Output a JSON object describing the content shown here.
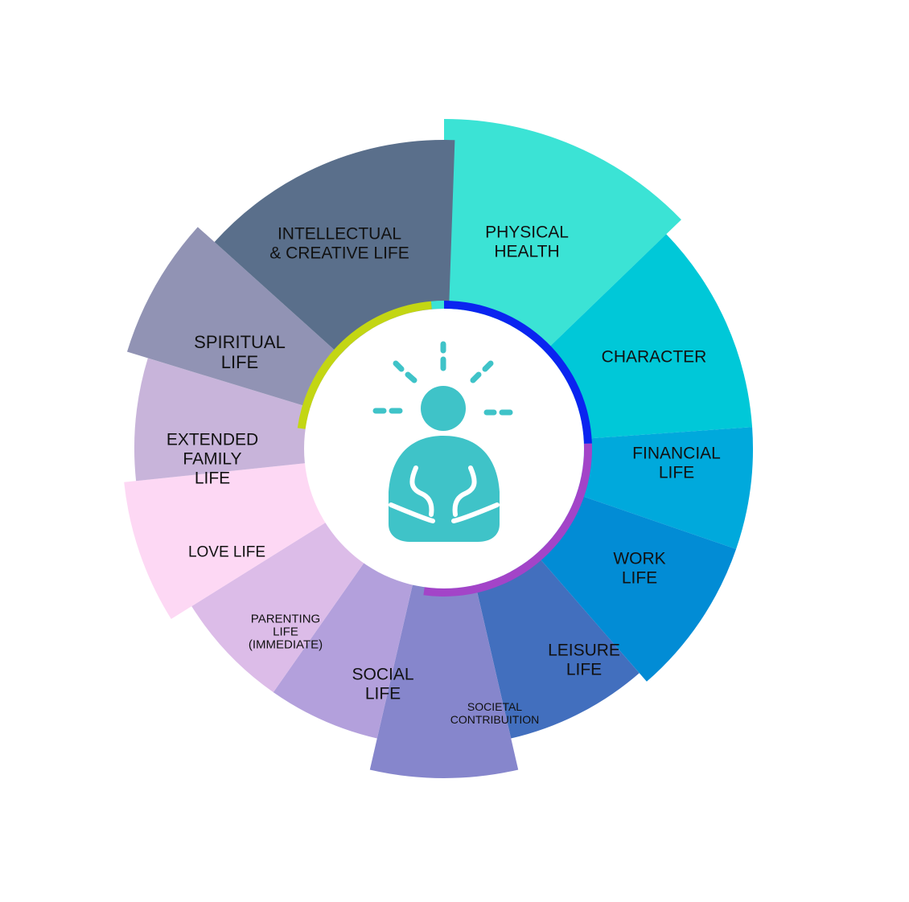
{
  "segments": [
    {
      "key": "physical-health",
      "lines": [
        "PHYSICAL",
        "HEALTH"
      ],
      "color": "#3be3d5"
    },
    {
      "key": "character",
      "lines": [
        "CHARACTER"
      ],
      "color": "#00c8d8"
    },
    {
      "key": "financial-life",
      "lines": [
        "FINANCIAL",
        "LIFE"
      ],
      "color": "#00a9dc"
    },
    {
      "key": "work-life",
      "lines": [
        "WORK",
        "LIFE"
      ],
      "color": "#028cd5"
    },
    {
      "key": "leisure-life",
      "lines": [
        "LEISURE",
        "LIFE"
      ],
      "color": "#426fbe"
    },
    {
      "key": "societal-contribution",
      "lines": [
        "SOCIETAL",
        "CONTRIBUITION"
      ],
      "color": "#8686cc"
    },
    {
      "key": "social-life",
      "lines": [
        "SOCIAL",
        "LIFE"
      ],
      "color": "#b3a0dc"
    },
    {
      "key": "parenting-life",
      "lines": [
        "PARENTING",
        "LIFE",
        "(IMMEDIATE)"
      ],
      "color": "#dcbce8"
    },
    {
      "key": "love-life",
      "lines": [
        "LOVE LIFE"
      ],
      "color": "#fdd8f4"
    },
    {
      "key": "extended-family-life",
      "lines": [
        "EXTENDED",
        "FAMILY",
        "LIFE"
      ],
      "color": "#c8b4da"
    },
    {
      "key": "spiritual-life",
      "lines": [
        "SPIRITUAL",
        "LIFE"
      ],
      "color": "#9193b4"
    },
    {
      "key": "intellectual-creative-life",
      "lines": [
        "INTELLECTUAL",
        "& CREATIVE LIFE"
      ],
      "color": "#5a6f8b"
    }
  ],
  "inner_ring": [
    {
      "key": "ring-yellow-green",
      "color": "#c3d613"
    },
    {
      "key": "ring-turquoise",
      "color": "#3be3d5"
    },
    {
      "key": "ring-blue",
      "color": "#0a24f0"
    },
    {
      "key": "ring-purple",
      "color": "#a344c8"
    }
  ],
  "center": {
    "icon": "meditation-person-icon",
    "color": "#3fc3c8"
  }
}
